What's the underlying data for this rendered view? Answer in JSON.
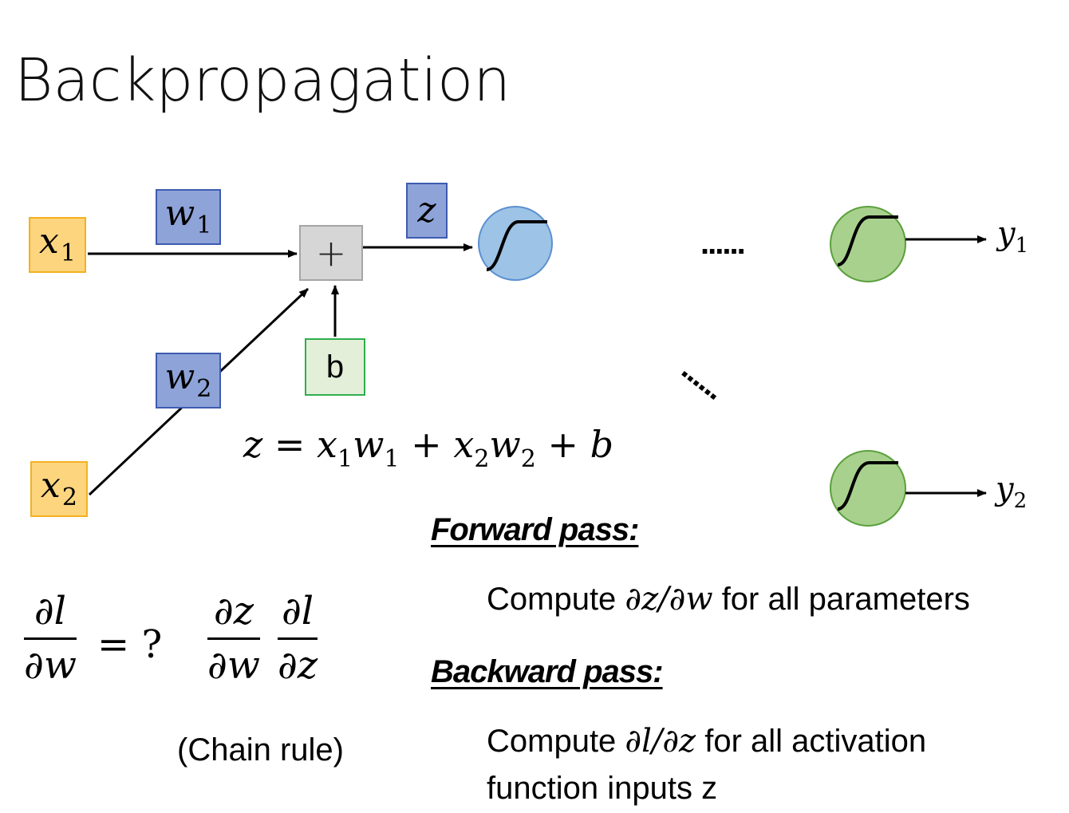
{
  "title": "Backpropagation",
  "nodes": {
    "x1": {
      "var": "x",
      "sub": "1"
    },
    "x2": {
      "var": "x",
      "sub": "2"
    },
    "w1": {
      "var": "w",
      "sub": "1"
    },
    "w2": {
      "var": "w",
      "sub": "2"
    },
    "z": "z",
    "plus": "+",
    "b": "b"
  },
  "dots_horizontal": "......",
  "dots_diagonal": "......",
  "outputs": {
    "y1": {
      "var": "y",
      "sub": "1"
    },
    "y2": {
      "var": "y",
      "sub": "2"
    }
  },
  "equation": {
    "lhs": "z",
    "eq": " = ",
    "t1a": "x",
    "t1a_sub": "1",
    "t1b": "w",
    "t1b_sub": "1",
    "plus1": " + ",
    "t2a": "x",
    "t2a_sub": "2",
    "t2b": "w",
    "t2b_sub": "2",
    "plus2": " + ",
    "t3": "b"
  },
  "derivative": {
    "lhs_num": "∂l",
    "lhs_den": "∂w",
    "equals_q": "= ?",
    "f1_num": "∂z",
    "f1_den": "∂w",
    "f2_num": "∂l",
    "f2_den": "∂z",
    "chain_rule": "(Chain rule)"
  },
  "forward": {
    "heading": "Forward pass:",
    "pre": "Compute ",
    "math": "∂z/∂w",
    "post": " for all parameters"
  },
  "backward": {
    "heading": "Backward pass:",
    "pre": "Compute ",
    "math": "∂l/∂z",
    "post": " for all activation",
    "line2": "function inputs z"
  },
  "colors": {
    "orange_fill": "#fdd57e",
    "blue_fill": "#8ea3d8",
    "gray_fill": "#d6d6d6",
    "green_light": "#e3efd9",
    "neuron_blue": "#9dc3e6",
    "neuron_green": "#a9d18e"
  }
}
